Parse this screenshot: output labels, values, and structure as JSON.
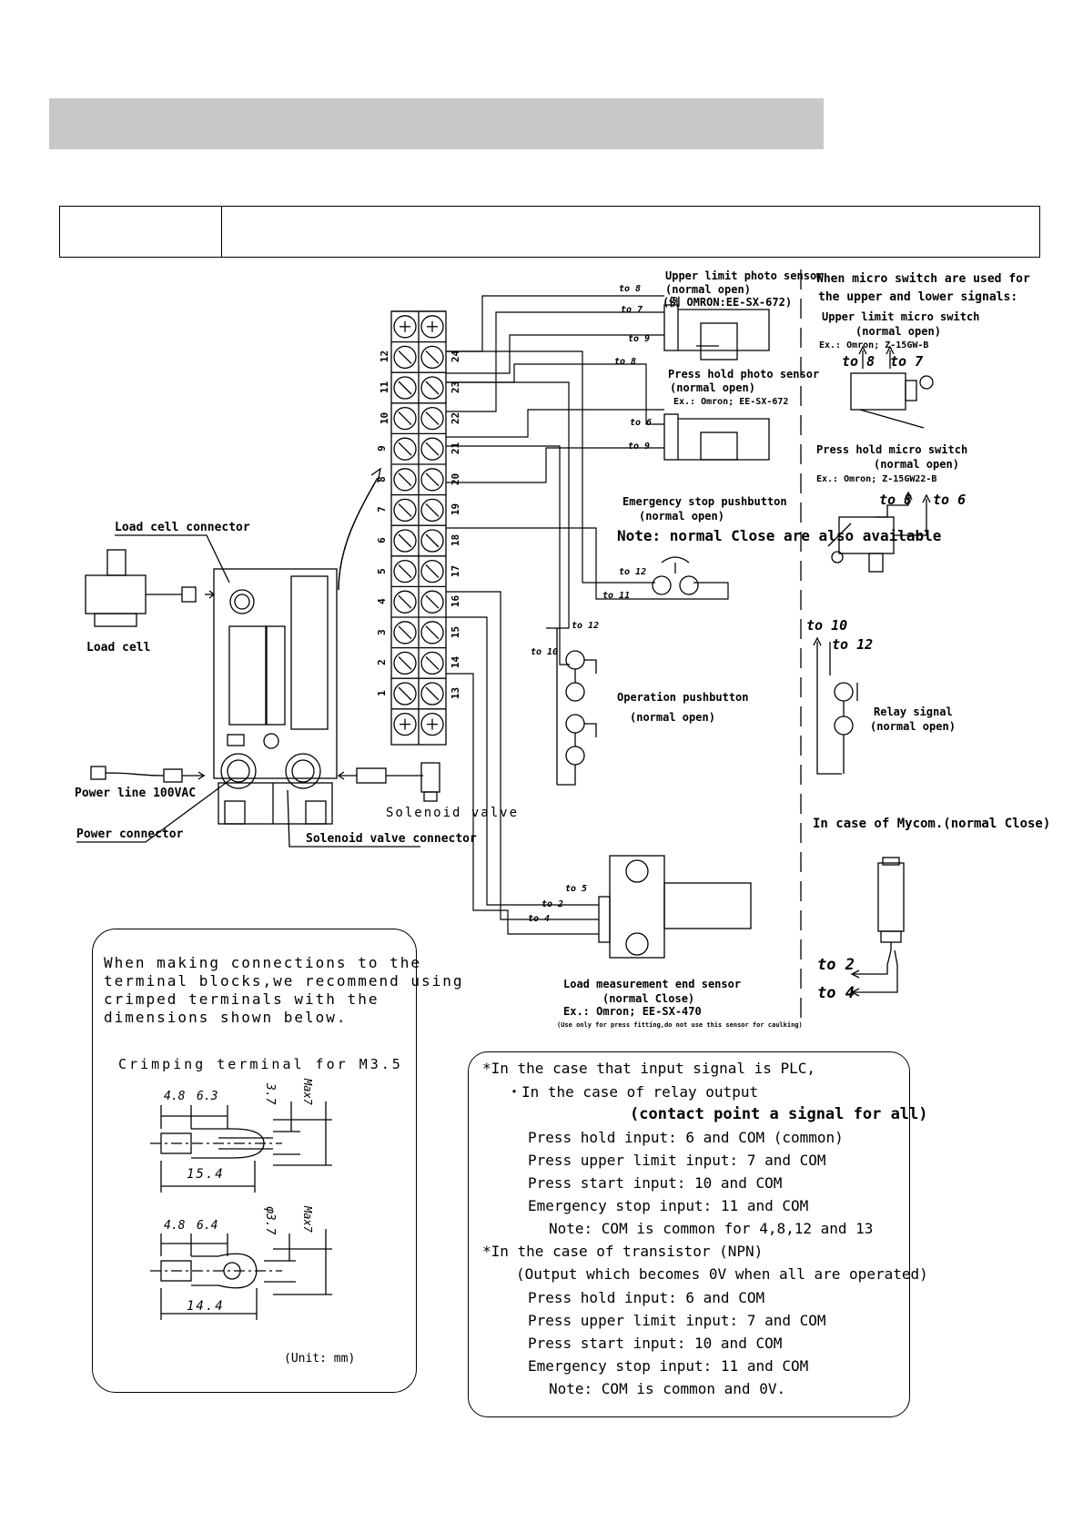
{
  "header": {
    "gray_bar_color": "#c8c8c8"
  },
  "terminal_block": {
    "left_numbers": [
      "12",
      "11",
      "10",
      "9",
      "8",
      "7",
      "6",
      "5",
      "4",
      "3",
      "2",
      "1"
    ],
    "right_numbers": [
      "24",
      "23",
      "22",
      "21",
      "20",
      "19",
      "18",
      "17",
      "16",
      "15",
      "14",
      "13"
    ]
  },
  "labels": {
    "load_cell_connector": "Load cell connector",
    "load_cell": "Load cell",
    "power_line": "Power line 100VAC",
    "power_connector": "Power connector",
    "solenoid_valve": "Solenoid valve",
    "solenoid_valve_connector": "Solenoid valve connector"
  },
  "upper_sensor": {
    "title": "Upper limit photo sensor",
    "mode": "(normal open)",
    "model": "(例 OMRON:EE-SX-672)",
    "to8": "to 8",
    "to7": "to 7",
    "to9": "to 9"
  },
  "press_hold_sensor": {
    "title": "Press hold photo sensor",
    "mode": "(normal open)",
    "model": "Ex.: Omron; EE-SX-672",
    "to8": "to 8",
    "to6": "to 6",
    "to9": "to 9"
  },
  "emergency": {
    "title": "Emergency stop pushbutton",
    "mode": "(normal open)",
    "note": "Note: normal Close are also available",
    "to12": "to 12",
    "to11": "to 11"
  },
  "operation": {
    "title": "Operation pushbutton",
    "mode": "(normal open)",
    "to12": "to 12",
    "to10": "to 10"
  },
  "micro_switch": {
    "heading1": "When micro switch are used for",
    "heading2": "the upper and lower signals:",
    "upper_title": "Upper limit micro switch",
    "upper_mode": "(normal open)",
    "upper_model": "Ex.: Omron; Z-15GW-B",
    "upper_to8": "to 8",
    "upper_to7": "to 7",
    "hold_title": "Press hold micro switch",
    "hold_mode": "(normal open)",
    "hold_model": "Ex.: Omron; Z-15GW22-B",
    "hold_to8": "to 8",
    "hold_to6": "to 6"
  },
  "relay": {
    "to10": "to 10",
    "to12": "to 12",
    "title": "Relay signal",
    "mode": "(normal open)"
  },
  "mycom": {
    "title": "In case of Mycom.(normal Close)",
    "to2": "to 2",
    "to4": "to 4"
  },
  "load_end_sensor": {
    "to5": "to 5",
    "to2": "to 2",
    "to4": "to 4",
    "title": "Load measurement end sensor",
    "mode": "(normal Close)",
    "model": "Ex.: Omron; EE-SX-470",
    "note": "(Use only for press fitting,do not use  this sensor for caulking)"
  },
  "crimp_note": {
    "lines": [
      "When making connections to the",
      "terminal blocks,we recommend using",
      "crimped terminals with the",
      "dimensions shown below."
    ],
    "title": "Crimping terminal for M3.5",
    "d1_a": "4.8",
    "d1_b": "6.3",
    "d1_h": "3.7",
    "d1_max": "Max7",
    "d1_len": "15.4",
    "d2_a": "4.8",
    "d2_b": "6.4",
    "d2_h": "φ3.7",
    "d2_max": "Max7",
    "d2_len": "14.4",
    "unit": "(Unit: mm)"
  },
  "plc_note": {
    "lines": [
      "*In the case that input signal is PLC,",
      "・In the case of relay output",
      "(contact point a signal for all)",
      "Press hold input: 6 and COM (common)",
      "Press upper limit input: 7 and COM",
      "Press start input: 10 and COM",
      "Emergency stop input: 11 and COM",
      "Note: COM is common for 4,8,12 and 13",
      "*In the case of transistor (NPN)",
      "(Output which becomes 0V when all are operated)",
      "Press hold input: 6 and COM",
      "Press upper limit input: 7 and COM",
      "Press start input: 10 and COM",
      "Emergency stop input: 11 and COM",
      "Note: COM is common and 0V."
    ]
  }
}
